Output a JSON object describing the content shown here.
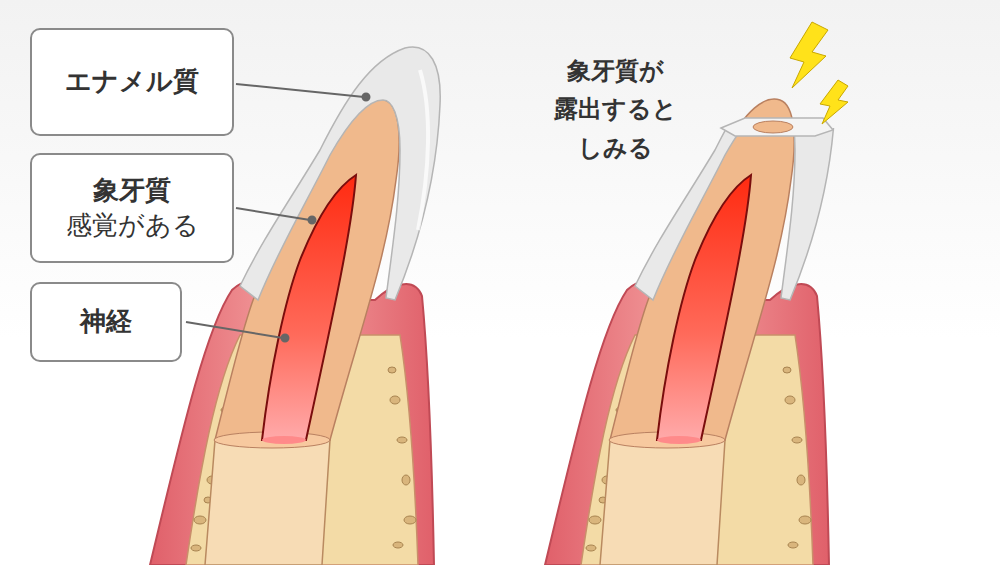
{
  "diagram": {
    "nodes": [
      {
        "text": [
          "エナメル質"
        ]
      },
      {
        "text": [
          "象牙質",
          "感覚がある"
        ]
      },
      {
        "text": [
          "神経"
        ]
      }
    ],
    "labels": [
      "象牙質が 露出すると しみる"
    ]
  }
}
